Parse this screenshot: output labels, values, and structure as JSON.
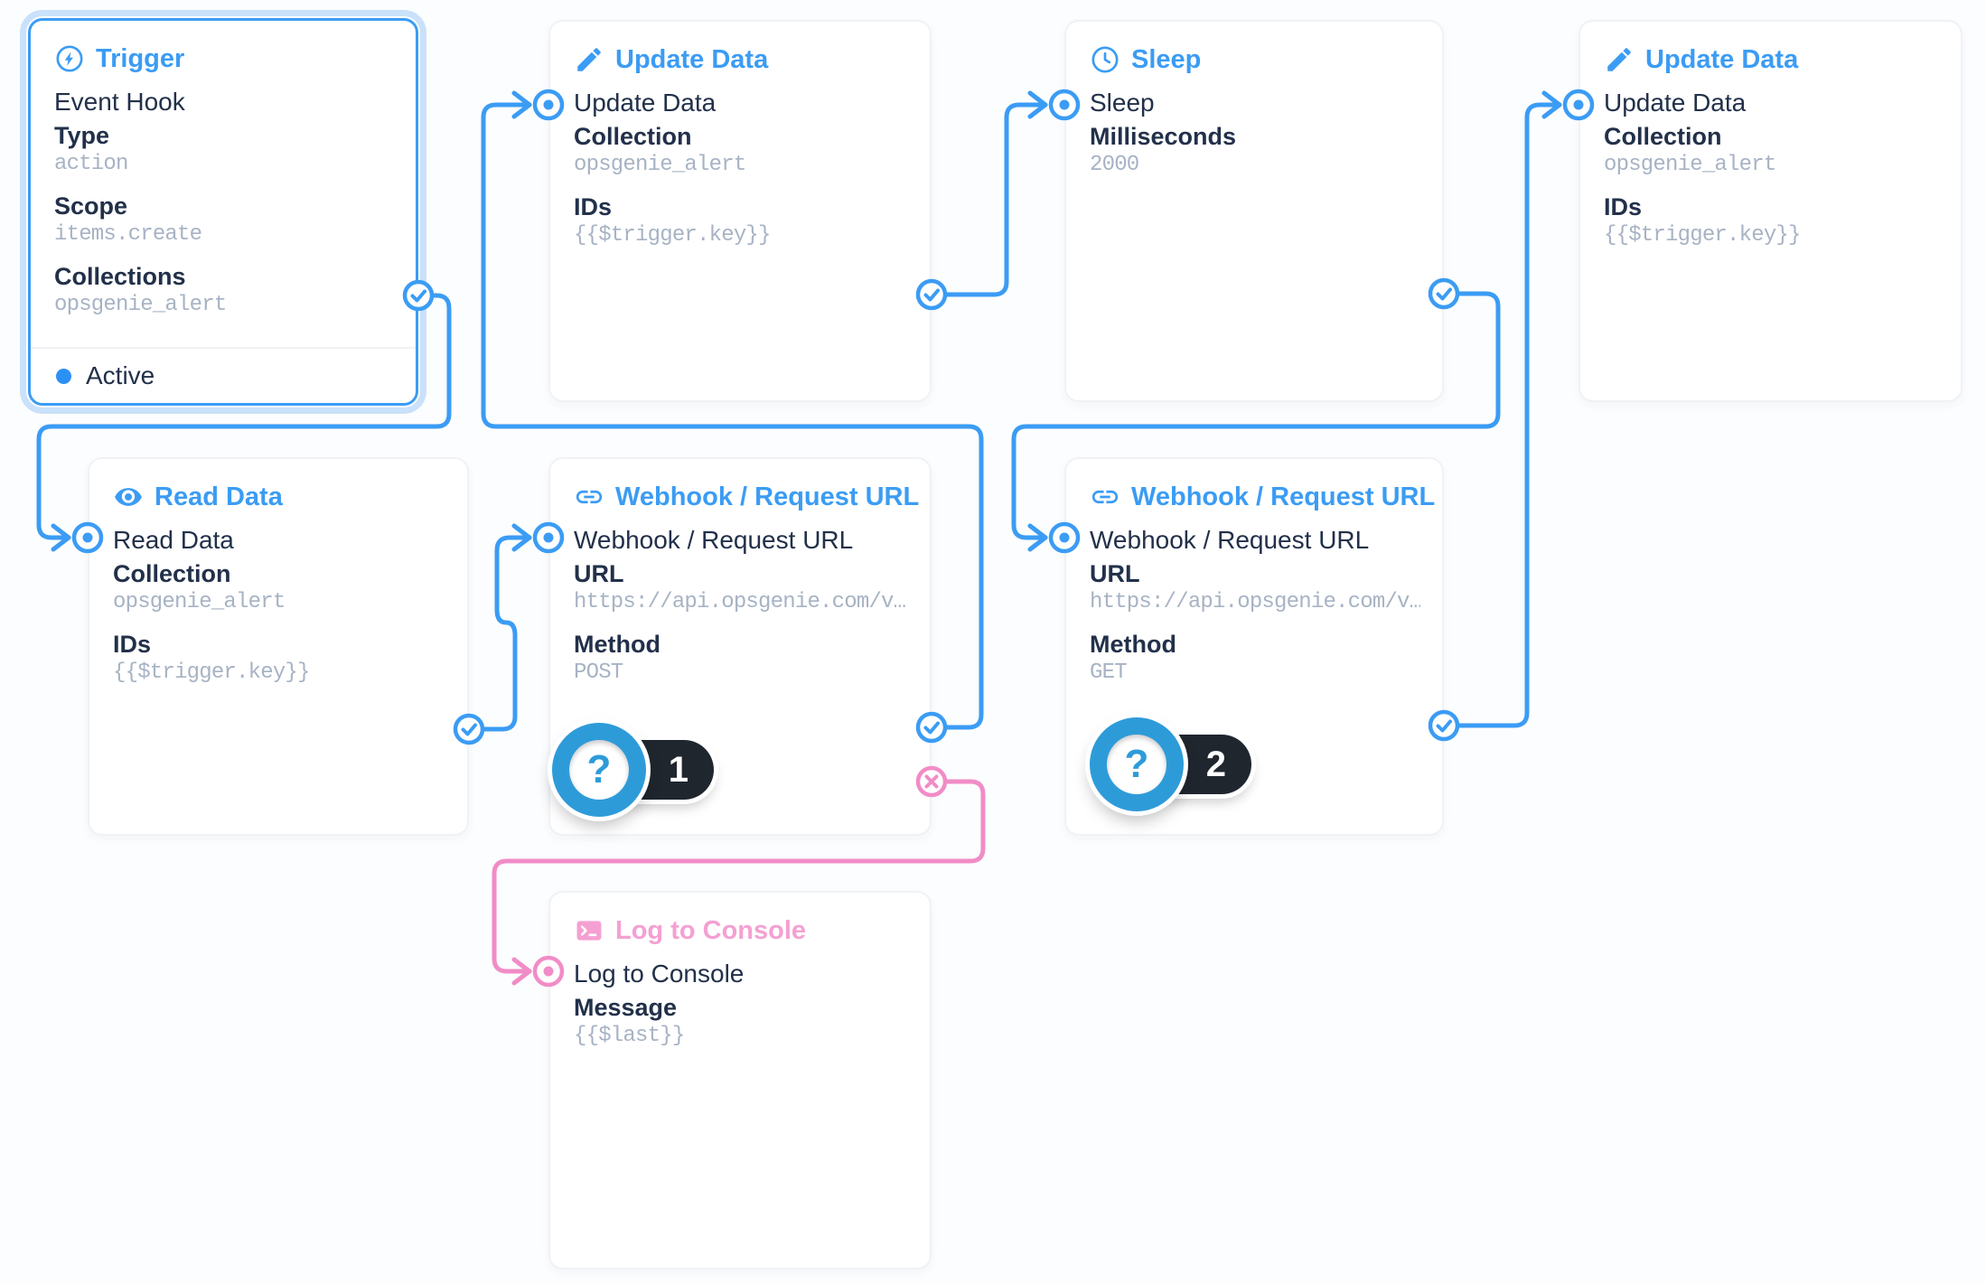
{
  "colors": {
    "blue": "#3b9cf4",
    "blue_glow": "#c9e1fa",
    "pink": "#f18cc7",
    "pink_title": "#f5a0d2",
    "badge_blue": "#2e9bd9",
    "pill_dark": "#20262e",
    "ink": "#22304a",
    "muted": "#a7b3c4"
  },
  "nodes": [
    {
      "id": "trigger",
      "title": "Trigger",
      "icon": "bolt-circle-icon",
      "name": "Event Hook",
      "selected": true,
      "status": "Active",
      "fields": [
        {
          "label": "Type",
          "value": "action"
        },
        {
          "label": "Scope",
          "value": "items.create"
        },
        {
          "label": "Collections",
          "value": "opsgenie_alert"
        }
      ]
    },
    {
      "id": "update-data-1",
      "title": "Update Data",
      "icon": "pencil-icon",
      "name": "Update Data",
      "fields": [
        {
          "label": "Collection",
          "value": "opsgenie_alert"
        },
        {
          "label": "IDs",
          "value": "{{$trigger.key}}"
        }
      ]
    },
    {
      "id": "sleep",
      "title": "Sleep",
      "icon": "clock-icon",
      "name": "Sleep",
      "fields": [
        {
          "label": "Milliseconds",
          "value": "2000"
        }
      ]
    },
    {
      "id": "update-data-2",
      "title": "Update Data",
      "icon": "pencil-icon",
      "name": "Update Data",
      "fields": [
        {
          "label": "Collection",
          "value": "opsgenie_alert"
        },
        {
          "label": "IDs",
          "value": "{{$trigger.key}}"
        }
      ]
    },
    {
      "id": "read-data",
      "title": "Read Data",
      "icon": "eye-icon",
      "name": "Read Data",
      "fields": [
        {
          "label": "Collection",
          "value": "opsgenie_alert"
        },
        {
          "label": "IDs",
          "value": "{{$trigger.key}}"
        }
      ]
    },
    {
      "id": "webhook-1",
      "title": "Webhook / Request URL",
      "icon": "link-icon",
      "name": "Webhook / Request URL",
      "badge": "1",
      "badge_glyph": "?",
      "fields": [
        {
          "label": "URL",
          "value": "https://api.opsgenie.com/v…"
        },
        {
          "label": "Method",
          "value": "POST"
        }
      ]
    },
    {
      "id": "webhook-2",
      "title": "Webhook / Request URL",
      "icon": "link-icon",
      "name": "Webhook / Request URL",
      "badge": "2",
      "badge_glyph": "?",
      "fields": [
        {
          "label": "URL",
          "value": "https://api.opsgenie.com/v…"
        },
        {
          "label": "Method",
          "value": "GET"
        }
      ]
    },
    {
      "id": "log-to-console",
      "title": "Log to Console",
      "icon": "terminal-icon",
      "name": "Log to Console",
      "accent": "pink",
      "fields": [
        {
          "label": "Message",
          "value": "{{$last}}"
        }
      ]
    }
  ],
  "edges": [
    {
      "from": "trigger",
      "to": "read-data",
      "type": "resolve"
    },
    {
      "from": "read-data",
      "to": "webhook-1",
      "type": "resolve"
    },
    {
      "from": "webhook-1",
      "to": "update-data-1",
      "type": "resolve"
    },
    {
      "from": "webhook-1",
      "to": "log-to-console",
      "type": "reject"
    },
    {
      "from": "update-data-1",
      "to": "sleep",
      "type": "resolve"
    },
    {
      "from": "sleep",
      "to": "webhook-2",
      "type": "resolve"
    },
    {
      "from": "webhook-2",
      "to": "update-data-2",
      "type": "resolve"
    }
  ]
}
